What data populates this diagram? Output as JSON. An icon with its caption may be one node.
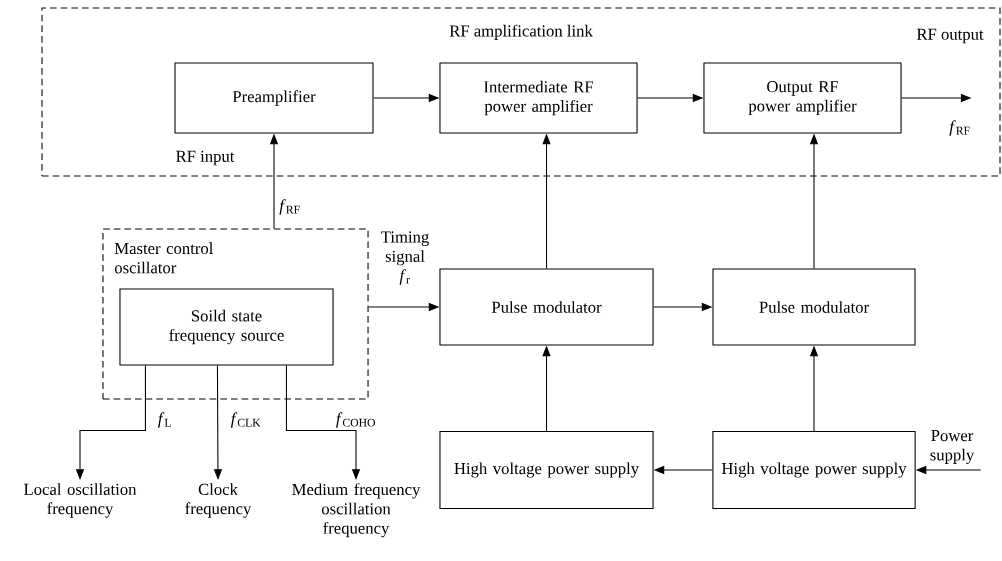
{
  "diagram": {
    "nodes": [
      {
        "text": [
          "RF amplification link"
        ]
      },
      {
        "text": [
          "Preamplifier"
        ],
        "in": 0
      },
      {
        "text": [
          "Intermediate RF power amplifier"
        ],
        "in": 0
      },
      {
        "text": [
          "Output RF power amplifier"
        ],
        "in": 0
      },
      {
        "text": [
          "Master control oscillator"
        ]
      },
      {
        "text": [
          "Soild state frequency source"
        ],
        "in": 4
      },
      {
        "text": [
          "Pulse modulator"
        ]
      },
      {
        "text": [
          "Pulse modulator"
        ]
      },
      {
        "text": [
          "High voltage power supply"
        ]
      },
      {
        "text": [
          "High voltage power supply"
        ]
      },
      {
        "text": [
          "Local oscillation frequency"
        ]
      },
      {
        "text": [
          "Clock frequency"
        ]
      },
      {
        "text": [
          "Medium frequency oscillation frequency"
        ]
      }
    ],
    "edges": [
      {
        "from": 1,
        "to": 2,
        "arrow": "to"
      },
      {
        "from": 2,
        "to": 3,
        "arrow": "to"
      },
      {
        "from": 3,
        "to": null,
        "arrow": "to",
        "label": "*f*$_{RF}$"
      },
      {
        "from": 4,
        "to": 1,
        "arrow": "to",
        "label": "*f*$_{RF}$"
      },
      {
        "from": 4,
        "to": 6,
        "arrow": "to",
        "label": "Timing signal *f*$_{r}$"
      },
      {
        "from": 6,
        "to": 2,
        "arrow": "to"
      },
      {
        "from": 6,
        "to": 7,
        "arrow": "to"
      },
      {
        "from": 7,
        "to": 3,
        "arrow": "to"
      },
      {
        "from": 8,
        "to": 6,
        "arrow": "to"
      },
      {
        "from": 9,
        "to": 7,
        "arrow": "to"
      },
      {
        "from": 9,
        "to": 8,
        "arrow": "to"
      },
      {
        "from": null,
        "to": 9,
        "arrow": "to",
        "label": "Power supply"
      },
      {
        "from": 5,
        "to": 10,
        "arrow": "to",
        "label": "*f*$_{L}$"
      },
      {
        "from": 5,
        "to": 11,
        "arrow": "to",
        "label": "*f*$_{CLK}$"
      },
      {
        "from": 5,
        "to": 12,
        "arrow": "to",
        "label": "*f*$_{COHO}$"
      }
    ],
    "labels": [
      "RF output",
      "RF input"
    ]
  }
}
